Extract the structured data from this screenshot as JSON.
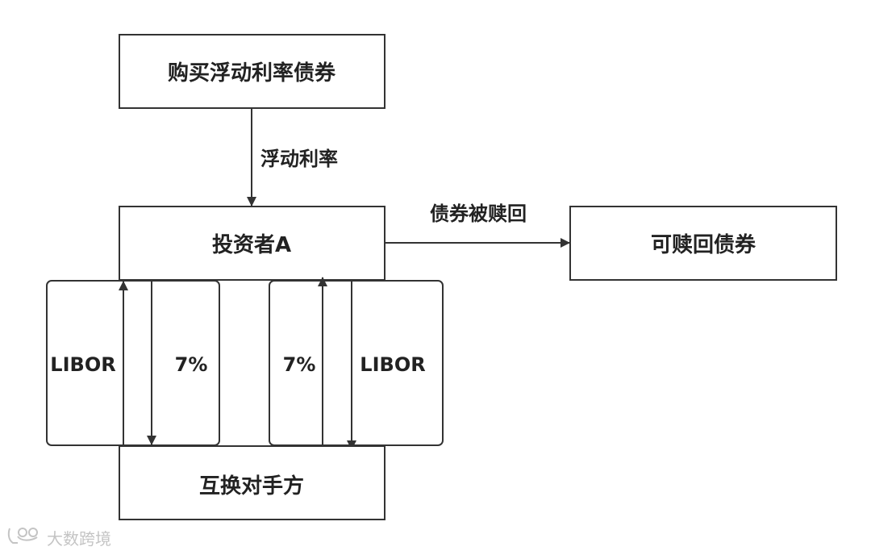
{
  "diagram": {
    "boxes": {
      "top_box": "购买浮动利率债券",
      "investor": "投资者A",
      "callable_bond": "可赎回债券",
      "counterparty": "互换对手方"
    },
    "edges": {
      "floating_rate": "浮动利率",
      "bond_called": "债券被赎回"
    },
    "swap_left": {
      "outer_label": "LIBOR",
      "inner_label": "7%"
    },
    "swap_right": {
      "inner_label": "7%",
      "outer_label": "LIBOR"
    }
  },
  "watermark": {
    "text": "大数跨境",
    "icon": "logo-mark-icon"
  },
  "colors": {
    "stroke": "#333333",
    "text": "#222222",
    "watermark": "#c4c4c4"
  }
}
